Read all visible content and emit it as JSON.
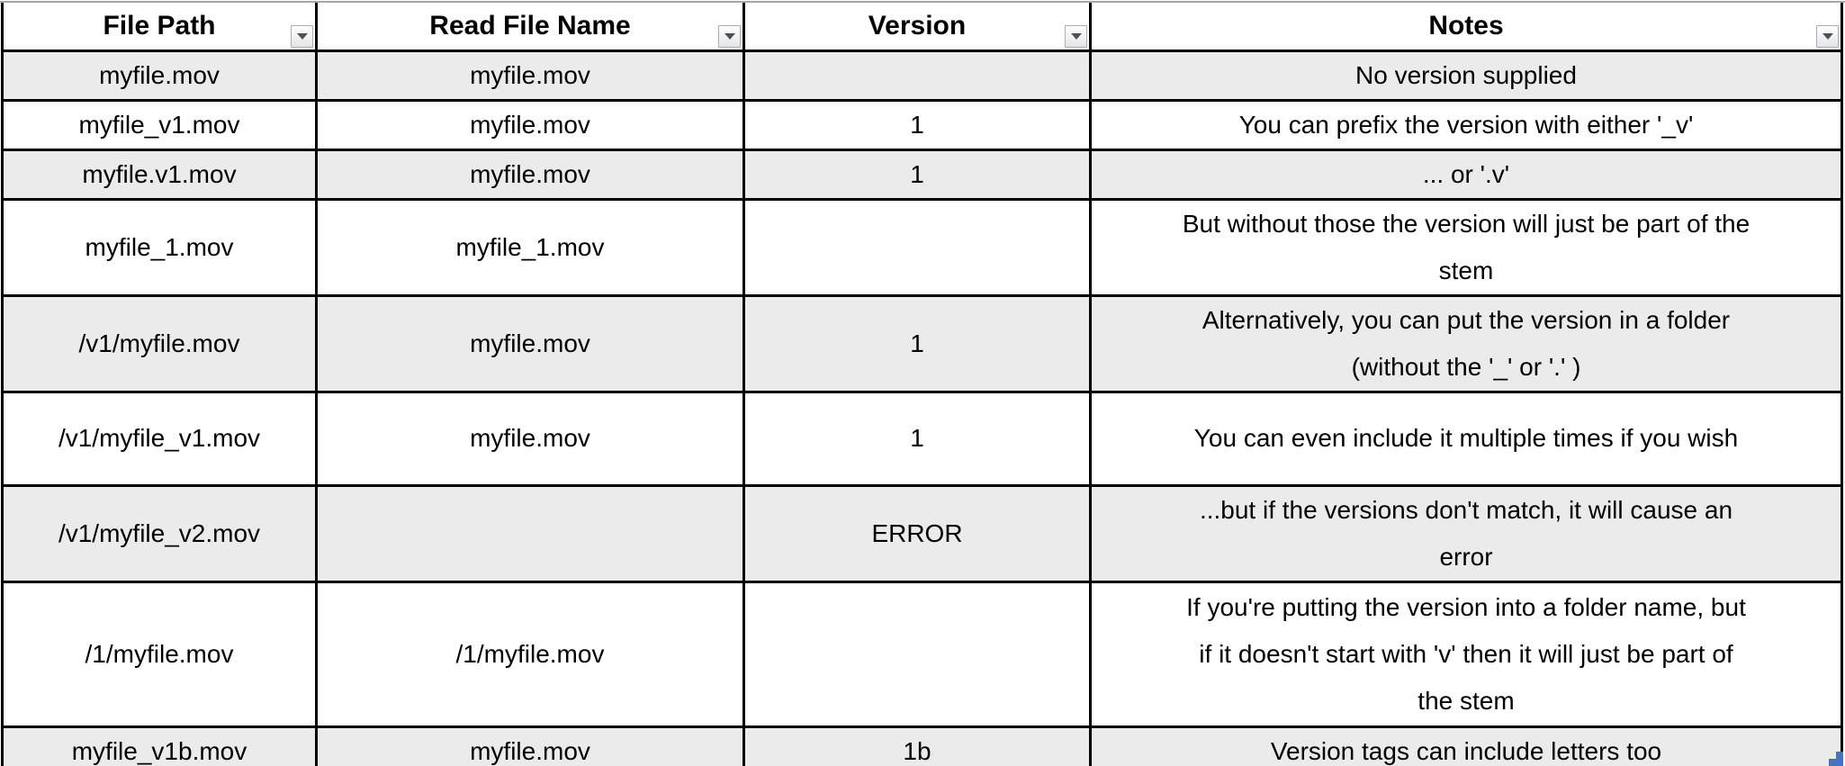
{
  "table": {
    "columns": [
      {
        "label": "File Path"
      },
      {
        "label": "Read File Name"
      },
      {
        "label": "Version"
      },
      {
        "label": "Notes"
      }
    ],
    "rows": [
      {
        "path": "myfile.mov",
        "read_name": "myfile.mov",
        "version": "",
        "notes": "No version supplied"
      },
      {
        "path": "myfile_v1.mov",
        "read_name": "myfile.mov",
        "version": "1",
        "notes": "You can prefix the version with either '_v'"
      },
      {
        "path": "myfile.v1.mov",
        "read_name": "myfile.mov",
        "version": "1",
        "notes": "... or '.v'"
      },
      {
        "path": "myfile_1.mov",
        "read_name": "myfile_1.mov",
        "version": "",
        "notes": "But without those the version will just be part of the\nstem"
      },
      {
        "path": "/v1/myfile.mov",
        "read_name": "myfile.mov",
        "version": "1",
        "notes": "Alternatively, you can put the version in a folder\n(without the '_' or '.' )"
      },
      {
        "path": "/v1/myfile_v1.mov",
        "read_name": "myfile.mov",
        "version": "1",
        "notes": "You can even include it multiple times if you wish"
      },
      {
        "path": "/v1/myfile_v2.mov",
        "read_name": "",
        "version": "ERROR",
        "notes": "...but if the versions don't match, it will cause an\nerror"
      },
      {
        "path": "/1/myfile.mov",
        "read_name": "/1/myfile.mov",
        "version": "",
        "notes": "If you're putting the version into a folder name, but\nif it doesn't start with 'v' then it will just be part of\nthe stem"
      },
      {
        "path": "myfile_v1b.mov",
        "read_name": "myfile.mov",
        "version": "1b",
        "notes": "Version tags can include letters too"
      }
    ]
  },
  "icons": {
    "filter_dropdown": "filter-dropdown-arrow",
    "table_corner": "table-resize-handle"
  },
  "colors": {
    "band_row": "#ebebeb",
    "grid_border": "#000000",
    "top_gridline": "#a6a6a6",
    "table_corner_accent": "#4472c4",
    "filter_button_border": "#a9aeb5"
  }
}
